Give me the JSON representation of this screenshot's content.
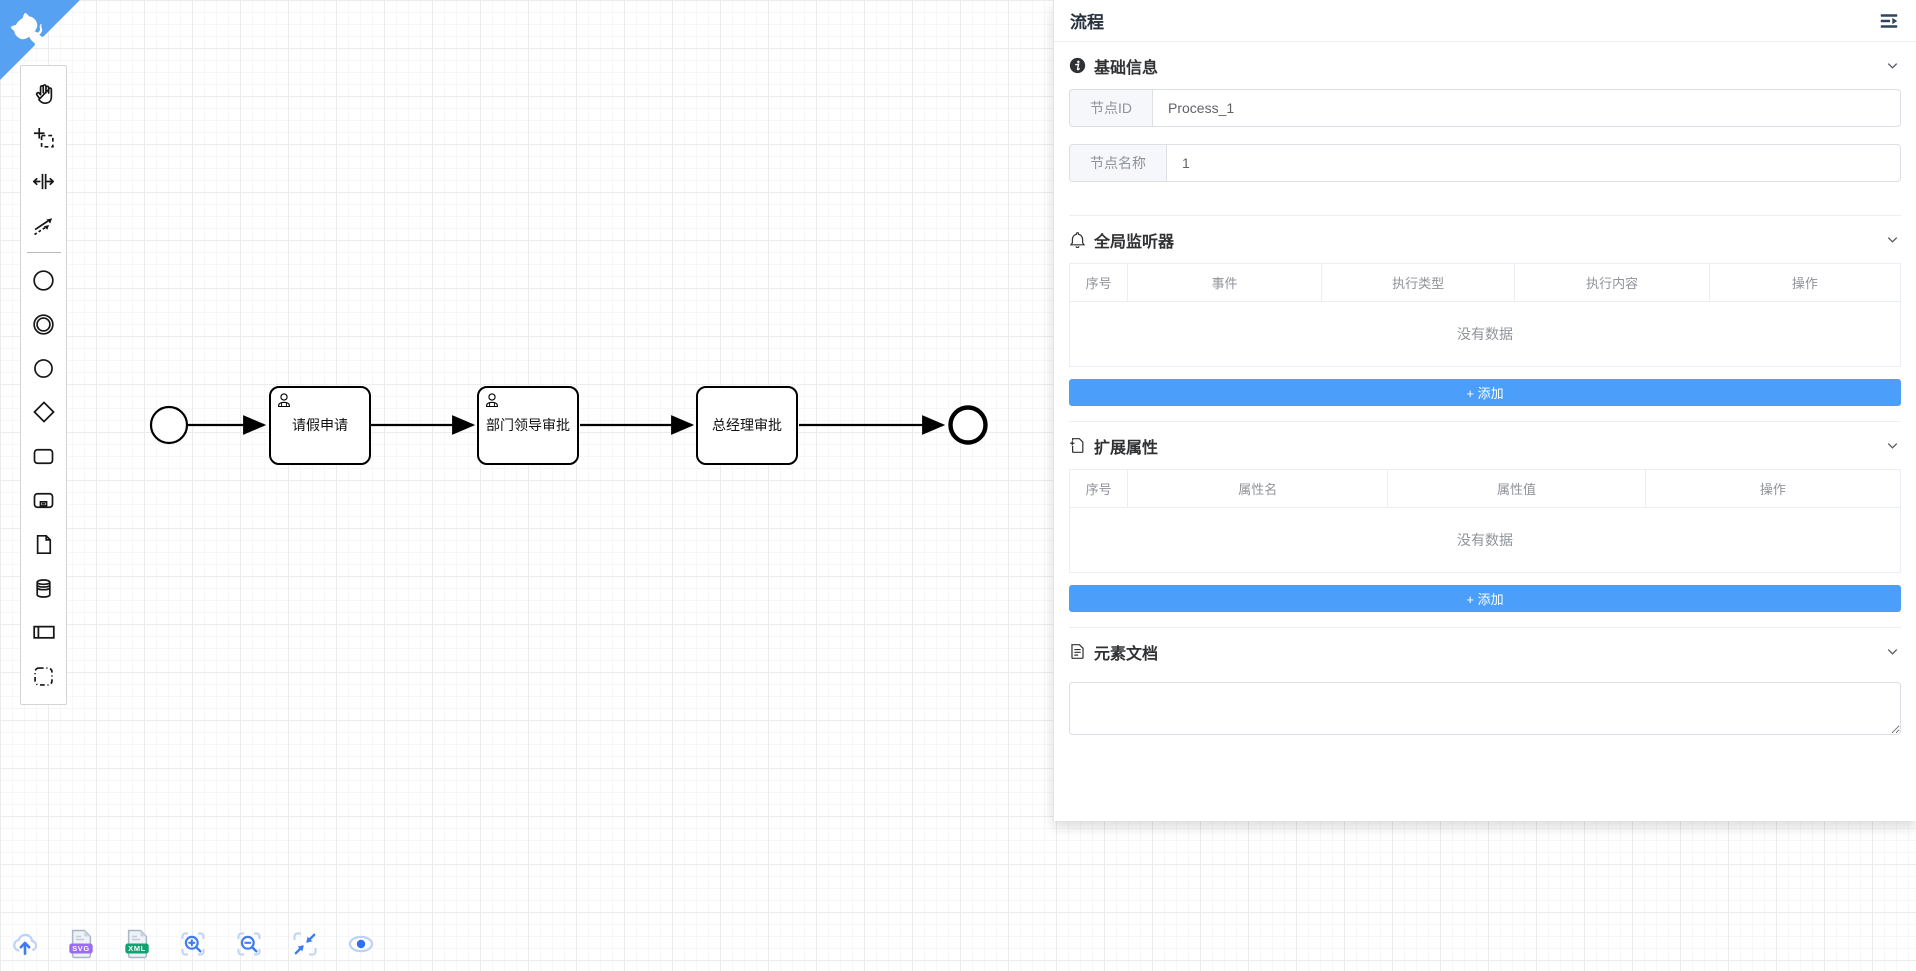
{
  "header": {
    "title": "流程",
    "menu_icon": "expand-icon"
  },
  "sections": {
    "basic": {
      "title": "基础信息",
      "icon": "info-filled-icon",
      "fields": [
        {
          "label": "节点ID",
          "value": "Process_1"
        },
        {
          "label": "节点名称",
          "value": "1"
        }
      ]
    },
    "listeners": {
      "title": "全局监听器",
      "icon": "bell-icon",
      "columns": [
        "序号",
        "事件",
        "执行类型",
        "执行内容",
        "操作"
      ],
      "empty_text": "没有数据",
      "add_label": "+ 添加"
    },
    "attributes": {
      "title": "扩展属性",
      "icon": "document-add-icon",
      "columns": [
        "序号",
        "属性名",
        "属性值",
        "操作"
      ],
      "empty_text": "没有数据",
      "add_label": "+ 添加"
    },
    "document": {
      "title": "元素文档",
      "icon": "document-icon",
      "value": ""
    }
  },
  "diagram": {
    "start_event": {
      "type": "start-event"
    },
    "tasks": [
      {
        "label": "请假申请",
        "icon": "user-icon"
      },
      {
        "label": "部门领导审批",
        "icon": "user-icon"
      },
      {
        "label": "总经理审批",
        "icon": ""
      }
    ],
    "end_event": {
      "type": "end-event"
    }
  },
  "palette": {
    "items": [
      "hand-tool-icon",
      "lasso-tool-icon",
      "space-tool-icon",
      "global-connect-icon",
      "start-event-icon",
      "intermediate-event-icon",
      "end-event-icon",
      "gateway-icon",
      "task-icon",
      "subprocess-icon",
      "data-object-icon",
      "data-store-icon",
      "participant-icon",
      "group-icon"
    ]
  },
  "footer": {
    "items": [
      "upload-icon",
      "svg-file-icon",
      "xml-file-icon",
      "zoom-in-icon",
      "zoom-out-icon",
      "compress-icon",
      "preview-eye-icon"
    ],
    "svg_badge": "SVG",
    "xml_badge": "XML"
  },
  "branding": {
    "corner_icon": "github-octocat-icon"
  },
  "colors": {
    "primary": "#4b9ffb",
    "corner_blue": "#57a1f2",
    "icon_blue": "#3e7cf0",
    "icon_light_blue": "#bdd2f6",
    "svg_badge_bg": "#9a6cf5",
    "xml_badge_bg": "#0ca572"
  }
}
